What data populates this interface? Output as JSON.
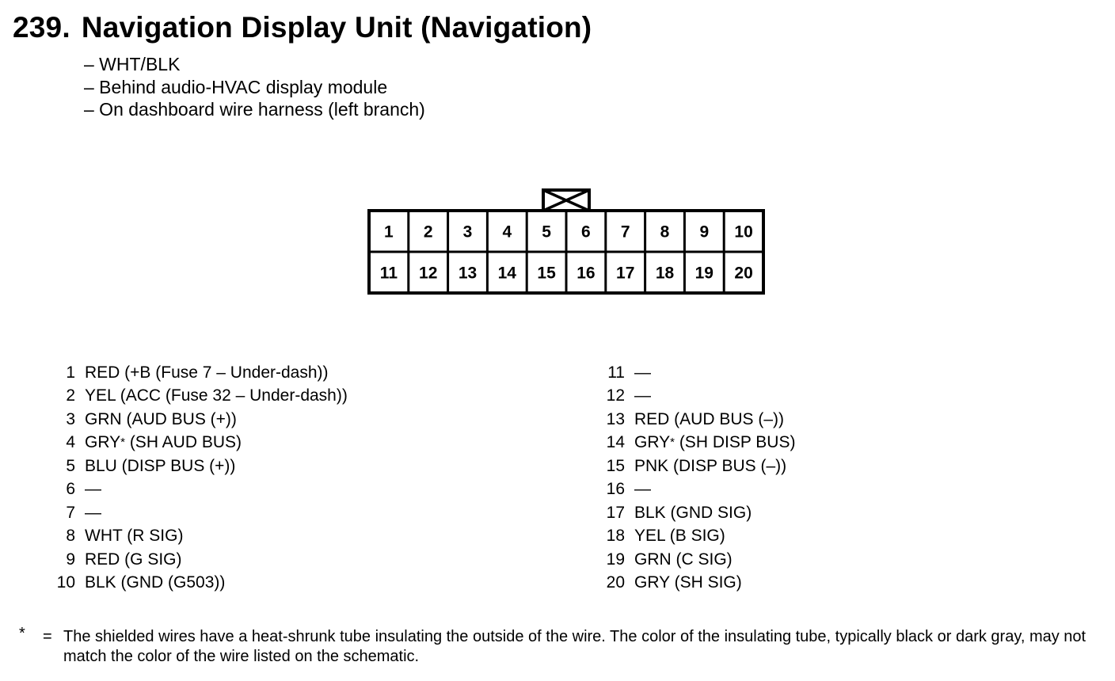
{
  "title": {
    "number": "239.",
    "text": "Navigation Display Unit (Navigation)"
  },
  "subtitles": [
    "– WHT/BLK",
    "– Behind audio-HVAC display module",
    "– On dashboard wire harness (left branch)"
  ],
  "connector": {
    "top_row": [
      "1",
      "2",
      "3",
      "4",
      "5",
      "6",
      "7",
      "8",
      "9",
      "10"
    ],
    "bottom_row": [
      "11",
      "12",
      "13",
      "14",
      "15",
      "16",
      "17",
      "18",
      "19",
      "20"
    ]
  },
  "pins_left": [
    {
      "num": "1",
      "text": "RED (+B (Fuse 7 – Under-dash))"
    },
    {
      "num": "2",
      "text": "YEL (ACC (Fuse 32 – Under-dash))"
    },
    {
      "num": "3",
      "text": "GRN (AUD BUS (+))"
    },
    {
      "num": "4",
      "text": "GRY",
      "mark": "*",
      "text2": " (SH AUD BUS)"
    },
    {
      "num": "5",
      "text": "BLU (DISP BUS (+))"
    },
    {
      "num": "6",
      "text": "—"
    },
    {
      "num": "7",
      "text": "—"
    },
    {
      "num": "8",
      "text": "WHT (R SIG)"
    },
    {
      "num": "9",
      "text": "RED (G SIG)"
    },
    {
      "num": "10",
      "text": "BLK (GND (G503))"
    }
  ],
  "pins_right": [
    {
      "num": "11",
      "text": "—"
    },
    {
      "num": "12",
      "text": "—"
    },
    {
      "num": "13",
      "text": "RED (AUD BUS (–))"
    },
    {
      "num": "14",
      "text": "GRY",
      "mark": "*",
      "text2": " (SH DISP BUS)"
    },
    {
      "num": "15",
      "text": "PNK (DISP BUS (–))"
    },
    {
      "num": "16",
      "text": "—"
    },
    {
      "num": "17",
      "text": "BLK (GND SIG)"
    },
    {
      "num": "18",
      "text": "YEL (B SIG)"
    },
    {
      "num": "19",
      "text": "GRN (C SIG)"
    },
    {
      "num": "20",
      "text": "GRY (SH SIG)"
    }
  ],
  "footnote": {
    "marker": "*",
    "equals": "=",
    "text": "The shielded wires have a heat-shrunk tube insulating the outside of the wire.  The color of the insulating tube, typically black or dark gray, may not match the color of the wire listed on the schematic."
  }
}
